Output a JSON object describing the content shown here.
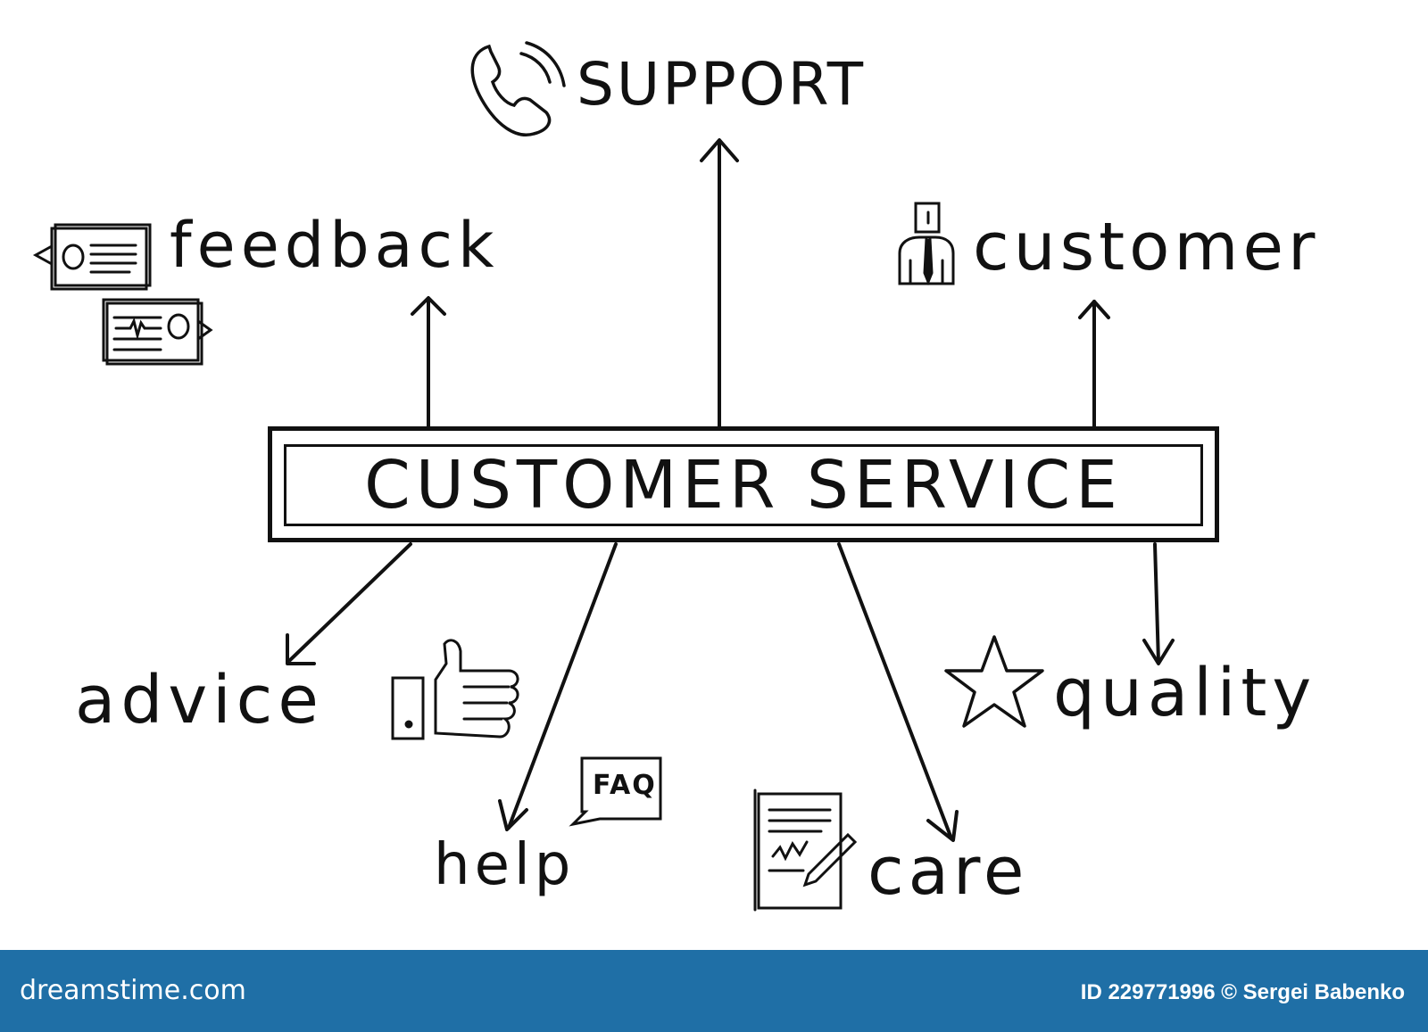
{
  "diagram": {
    "center": "CUSTOMER SERVICE",
    "nodes": [
      {
        "id": "support",
        "label": "SUPPORT",
        "icon": "phone-icon"
      },
      {
        "id": "feedback",
        "label": "feedback",
        "icon": "chat-cards-icon"
      },
      {
        "id": "customer",
        "label": "customer",
        "icon": "person-icon"
      },
      {
        "id": "advice",
        "label": "advice",
        "icon": "thumbs-up-icon"
      },
      {
        "id": "help",
        "label": "help",
        "icon": "faq-bubble-icon"
      },
      {
        "id": "care",
        "label": "care",
        "icon": "document-pen-icon"
      },
      {
        "id": "quality",
        "label": "quality",
        "icon": "star-icon"
      }
    ],
    "faq_text": "FAQ"
  },
  "footer": {
    "brand": "dreamstime.com",
    "credit": "ID 229771996 © Sergei Babenko",
    "background": "#1f6fa6"
  },
  "colors": {
    "ink": "#111111",
    "background": "#ffffff"
  }
}
